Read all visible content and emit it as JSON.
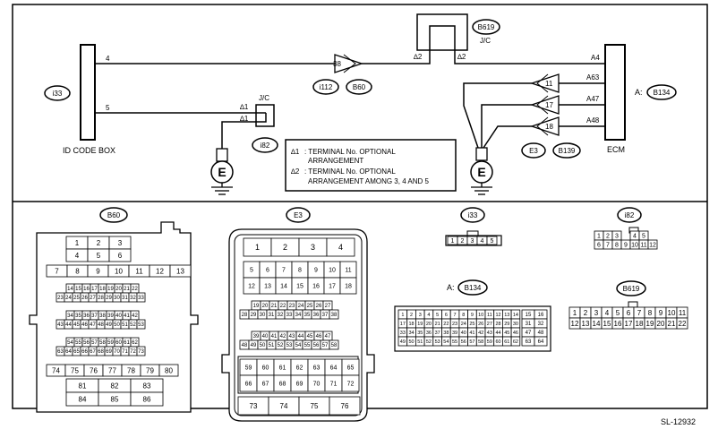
{
  "wiring": {
    "id_code_box": {
      "label": "ID CODE BOX",
      "connector": "i33",
      "pin_4": "4",
      "pin_5": "5"
    },
    "ecm": {
      "label": "ECM",
      "connector_prefix": "A:",
      "connector": "B134",
      "pins": {
        "a4": "A4",
        "a63": "A63",
        "a47": "A47",
        "a48": "A48"
      }
    },
    "jc_top": {
      "label": "J/C",
      "connector": "B619",
      "mark_left": "∆2",
      "mark_right": "∆2"
    },
    "jc_mid": {
      "label": "J/C",
      "connector": "i82",
      "mark_1": "∆1",
      "mark_2": "∆1"
    },
    "connector_38": {
      "pin": "38",
      "c1": "i112",
      "c2": "B60"
    },
    "ecm_pins": [
      "11",
      "17",
      "18"
    ],
    "ecm_ground": {
      "c1": "E3",
      "c2": "B139"
    },
    "ground_symbol": "E",
    "notes": {
      "mark_1": "∆1",
      "line_1a": ": TERMINAL No. OPTIONAL",
      "line_1b": "ARRANGEMENT",
      "mark_2": "∆2",
      "line_2a": ": TERMINAL No. OPTIONAL",
      "line_2b": "ARRANGEMENT AMONG 3, 4 AND 5"
    }
  },
  "connectors": {
    "b60": {
      "label": "B60",
      "rows": [
        [
          "1",
          "2",
          "3"
        ],
        [
          "4",
          "5",
          "6"
        ],
        [
          "7",
          "8",
          "9",
          "10",
          "11",
          "12",
          "13"
        ],
        [
          "14",
          "15",
          "16",
          "17",
          "18",
          "19",
          "20",
          "21",
          "22"
        ],
        [
          "23",
          "24",
          "25",
          "26",
          "27",
          "28",
          "29",
          "30",
          "31",
          "32",
          "33"
        ],
        [
          "34",
          "35",
          "36",
          "37",
          "38",
          "39",
          "40",
          "41",
          "42"
        ],
        [
          "43",
          "44",
          "45",
          "46",
          "47",
          "48",
          "49",
          "50",
          "51",
          "52",
          "53"
        ],
        [
          "54",
          "55",
          "56",
          "57",
          "58",
          "59",
          "60",
          "61",
          "62"
        ],
        [
          "63",
          "64",
          "65",
          "66",
          "67",
          "68",
          "69",
          "70",
          "71",
          "72",
          "73"
        ],
        [
          "74",
          "75",
          "76",
          "77",
          "78",
          "79",
          "80"
        ],
        [
          "81",
          "82",
          "83"
        ],
        [
          "84",
          "85",
          "86"
        ]
      ]
    },
    "e3": {
      "label": "E3",
      "rows": [
        [
          "1",
          "2",
          "3",
          "4"
        ],
        [
          "5",
          "6",
          "7",
          "8",
          "9",
          "10",
          "11"
        ],
        [
          "12",
          "13",
          "14",
          "15",
          "16",
          "17",
          "18"
        ],
        [
          "19",
          "20",
          "21",
          "22",
          "23",
          "24",
          "25",
          "26",
          "27"
        ],
        [
          "28",
          "29",
          "30",
          "31",
          "32",
          "33",
          "34",
          "35",
          "36",
          "37",
          "38"
        ],
        [
          "39",
          "40",
          "41",
          "42",
          "43",
          "44",
          "45",
          "46",
          "47"
        ],
        [
          "48",
          "49",
          "50",
          "51",
          "52",
          "53",
          "54",
          "55",
          "56",
          "57",
          "58"
        ],
        [
          "59",
          "60",
          "61",
          "62",
          "63",
          "64",
          "65"
        ],
        [
          "66",
          "67",
          "68",
          "69",
          "70",
          "71",
          "72"
        ],
        [
          "73",
          "74",
          "75",
          "76"
        ]
      ]
    },
    "i33": {
      "label": "i33",
      "pins": [
        "1",
        "2",
        "3",
        "4",
        "5"
      ]
    },
    "i82": {
      "label": "i82",
      "rows": [
        [
          "1",
          "2",
          "3",
          "",
          "4",
          "5"
        ],
        [
          "6",
          "7",
          "8",
          "9",
          "10",
          "11",
          "12"
        ]
      ]
    },
    "b134": {
      "prefix": "A:",
      "label": "B134",
      "rows": [
        [
          "1",
          "2",
          "3",
          "4",
          "5",
          "6",
          "7",
          "8",
          "9",
          "10",
          "11",
          "12",
          "13",
          "14"
        ],
        [
          "17",
          "18",
          "19",
          "20",
          "21",
          "22",
          "23",
          "24",
          "25",
          "26",
          "27",
          "28",
          "29",
          "30"
        ],
        [
          "33",
          "34",
          "35",
          "36",
          "37",
          "38",
          "39",
          "40",
          "41",
          "42",
          "43",
          "44",
          "45",
          "46"
        ],
        [
          "49",
          "50",
          "51",
          "52",
          "53",
          "54",
          "55",
          "56",
          "57",
          "58",
          "59",
          "60",
          "61",
          "62"
        ]
      ],
      "side": [
        [
          "15",
          "16"
        ],
        [
          "31",
          "32"
        ],
        [
          "47",
          "48"
        ],
        [
          "63",
          "64"
        ]
      ]
    },
    "b619": {
      "label": "B619",
      "rows": [
        [
          "1",
          "2",
          "3",
          "4",
          "5",
          "6",
          "7",
          "8",
          "9",
          "10",
          "11"
        ],
        [
          "12",
          "13",
          "14",
          "15",
          "16",
          "17",
          "18",
          "19",
          "20",
          "21",
          "22"
        ]
      ]
    }
  },
  "footer": {
    "code": "SL-12932"
  }
}
